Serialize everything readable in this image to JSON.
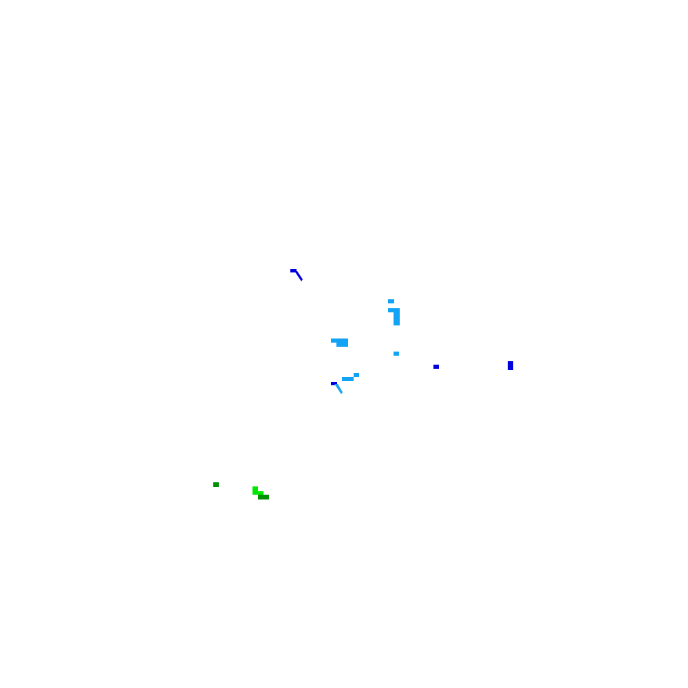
{
  "palette": {
    "background": "#ffffff",
    "dark_blue": "#0000dd",
    "sky_blue": "#13a3f4",
    "dark_green": "#009000",
    "bright_green": "#00e800"
  },
  "fragments": [
    {
      "name": "dark-blue-hook-upper",
      "color": "dark_blue"
    },
    {
      "name": "sky-blue-dash-top",
      "color": "sky_blue"
    },
    {
      "name": "sky-blue-bar-upper",
      "color": "sky_blue"
    },
    {
      "name": "sky-blue-column",
      "color": "sky_blue"
    },
    {
      "name": "sky-blue-ledge-left",
      "color": "sky_blue"
    },
    {
      "name": "sky-blue-block-left",
      "color": "sky_blue"
    },
    {
      "name": "sky-blue-dot-center",
      "color": "sky_blue"
    },
    {
      "name": "dark-blue-dot-center",
      "color": "dark_blue"
    },
    {
      "name": "dark-blue-block-right",
      "color": "dark_blue"
    },
    {
      "name": "sky-blue-step-lower",
      "color": "sky_blue"
    },
    {
      "name": "dark-blue-hook-lower",
      "color": "dark_blue"
    },
    {
      "name": "dark-green-dot",
      "color": "dark_green"
    },
    {
      "name": "bright-green-step",
      "color": "bright_green"
    },
    {
      "name": "dark-green-bar",
      "color": "dark_green"
    }
  ]
}
